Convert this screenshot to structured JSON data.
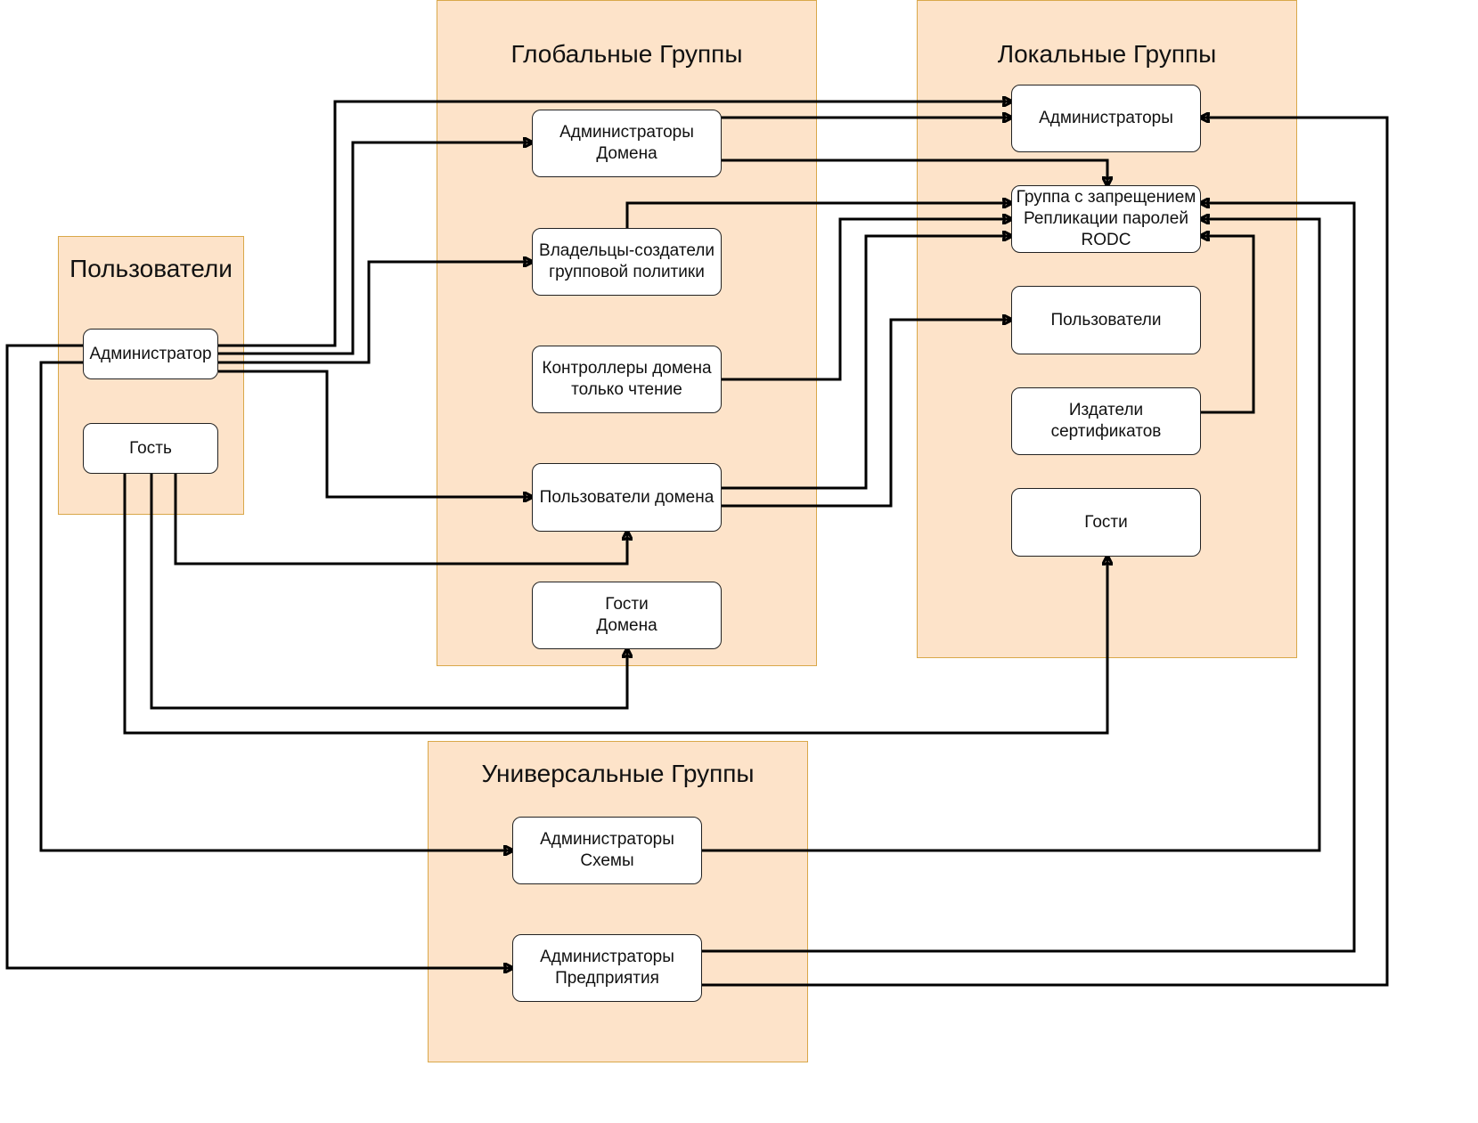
{
  "containers": {
    "users": {
      "title": "Пользователи"
    },
    "global": {
      "title": "Глобальные  Группы"
    },
    "local": {
      "title": "Локальные Группы"
    },
    "universal": {
      "title": "Универсальные  Группы"
    }
  },
  "nodes": {
    "user_admin": "Администратор",
    "user_guest": "Гость",
    "g_domain_admins": "Администраторы\nДомена",
    "g_gpo_owners": "Владельцы-создатели\nгрупповой политики",
    "g_ro_dc": "Контроллеры домена\nтолько чтение",
    "g_domain_users": "Пользователи домена",
    "g_domain_guests": "Гости\nДомена",
    "l_admins": "Администраторы",
    "l_rodc_denied": "Группа с запрещением\nРепликации паролей\nRODC",
    "l_users": "Пользователи",
    "l_cert_publishers": "Издатели\nсертификатов",
    "l_guests": "Гости",
    "u_schema_admins": "Администраторы\nСхемы",
    "u_enterprise_admins": "Администраторы\nПредприятия"
  },
  "edges": [
    {
      "from": "user_admin",
      "to": "l_admins"
    },
    {
      "from": "user_admin",
      "to": "g_domain_admins"
    },
    {
      "from": "user_admin",
      "to": "g_gpo_owners"
    },
    {
      "from": "user_admin",
      "to": "g_domain_users"
    },
    {
      "from": "user_admin",
      "to": "u_schema_admins"
    },
    {
      "from": "user_admin",
      "to": "u_enterprise_admins"
    },
    {
      "from": "user_guest",
      "to": "g_domain_users"
    },
    {
      "from": "user_guest",
      "to": "g_domain_guests"
    },
    {
      "from": "user_guest",
      "to": "l_guests"
    },
    {
      "from": "g_domain_admins",
      "to": "l_admins"
    },
    {
      "from": "g_domain_admins",
      "to": "l_rodc_denied"
    },
    {
      "from": "g_gpo_owners",
      "to": "l_rodc_denied"
    },
    {
      "from": "g_ro_dc",
      "to": "l_rodc_denied"
    },
    {
      "from": "g_domain_users",
      "to": "l_rodc_denied"
    },
    {
      "from": "g_domain_users",
      "to": "l_users"
    },
    {
      "from": "l_cert_publishers",
      "to": "l_rodc_denied"
    },
    {
      "from": "u_schema_admins",
      "to": "l_rodc_denied"
    },
    {
      "from": "u_enterprise_admins",
      "to": "l_rodc_denied"
    },
    {
      "from": "u_enterprise_admins",
      "to": "l_admins"
    }
  ]
}
